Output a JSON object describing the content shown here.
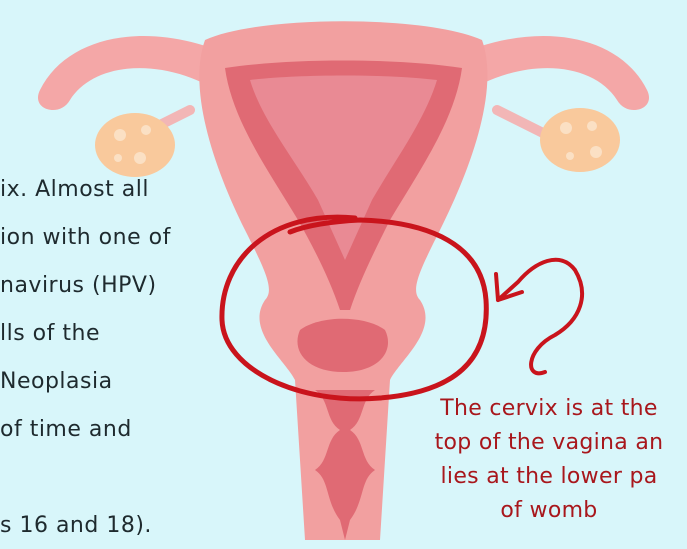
{
  "body_text": {
    "lines": [
      "ix. Almost all",
      "ion with one of",
      "navirus (HPV)",
      "lls of the",
      " Neoplasia",
      "of time and",
      "",
      "s 16 and 18)."
    ]
  },
  "caption": {
    "lines": [
      "The cervix is at the",
      "top of the vagina an",
      "lies at the lower pa",
      "of womb"
    ]
  },
  "colors": {
    "background": "#d8f6fa",
    "uterus_outer": "#f2a0a0",
    "uterus_inner": "#e06a74",
    "ovary": "#f9c99c",
    "annotation_red": "#c9141c",
    "caption_text": "#a8171c"
  }
}
